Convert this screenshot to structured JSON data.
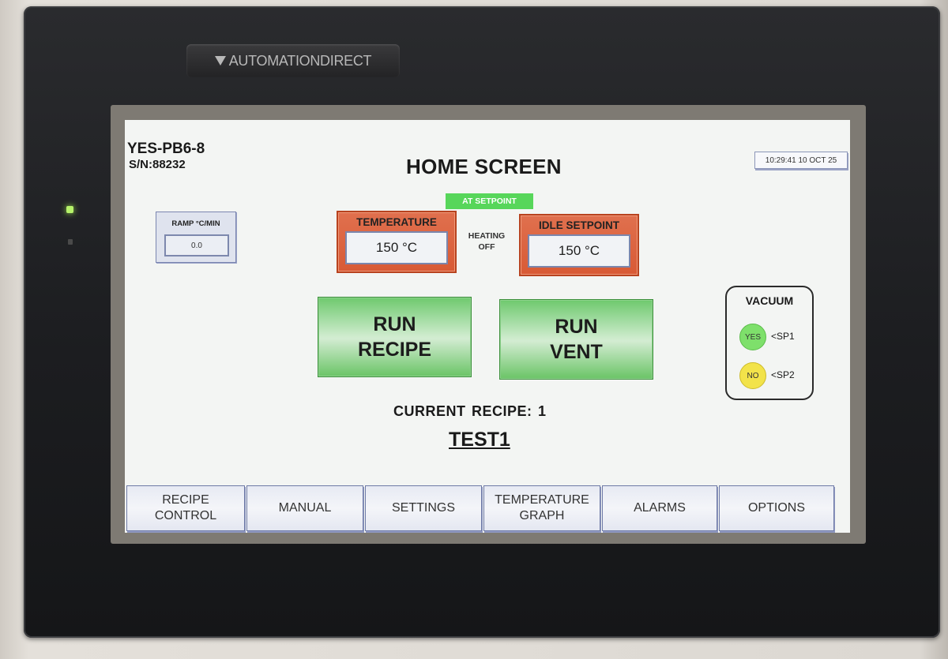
{
  "device": {
    "logo_text": "AUTOMATIONDIRECT"
  },
  "header": {
    "model": "YES-PB6-8",
    "serial": "S/N:88232",
    "title": "HOME SCREEN",
    "clock": "10:29:41 10 OCT 25"
  },
  "status": {
    "setpoint_badge": "AT SETPOINT",
    "heating_line1": "HEATING",
    "heating_line2": "OFF"
  },
  "ramp": {
    "label": "RAMP °C/MIN",
    "value": "0.0"
  },
  "temperature": {
    "label": "TEMPERATURE",
    "value": "150 °C"
  },
  "idle_setpoint": {
    "label": "IDLE SETPOINT",
    "value": "150 °C"
  },
  "actions": {
    "run_recipe_line1": "RUN",
    "run_recipe_line2": "RECIPE",
    "run_vent_line1": "RUN",
    "run_vent_line2": "VENT"
  },
  "vacuum": {
    "title": "VACUUM",
    "sp1_state": "YES",
    "sp1_label": "<SP1",
    "sp2_state": "NO",
    "sp2_label": "<SP2"
  },
  "recipe": {
    "current_label": "CURRENT RECIPE:",
    "current_number": "1",
    "name": "TEST1"
  },
  "nav": [
    {
      "line1": "RECIPE",
      "line2": "CONTROL"
    },
    {
      "line1": "MANUAL",
      "line2": ""
    },
    {
      "line1": "SETTINGS",
      "line2": ""
    },
    {
      "line1": "TEMPERATURE",
      "line2": "GRAPH"
    },
    {
      "line1": "ALARMS",
      "line2": ""
    },
    {
      "line1": "OPTIONS",
      "line2": ""
    }
  ],
  "colors": {
    "status_green": "#57d65a",
    "display_orange": "#d85a35",
    "button_green": "#6ec96d",
    "lamp_green": "#7ee06b",
    "lamp_yellow": "#f2e34a"
  }
}
